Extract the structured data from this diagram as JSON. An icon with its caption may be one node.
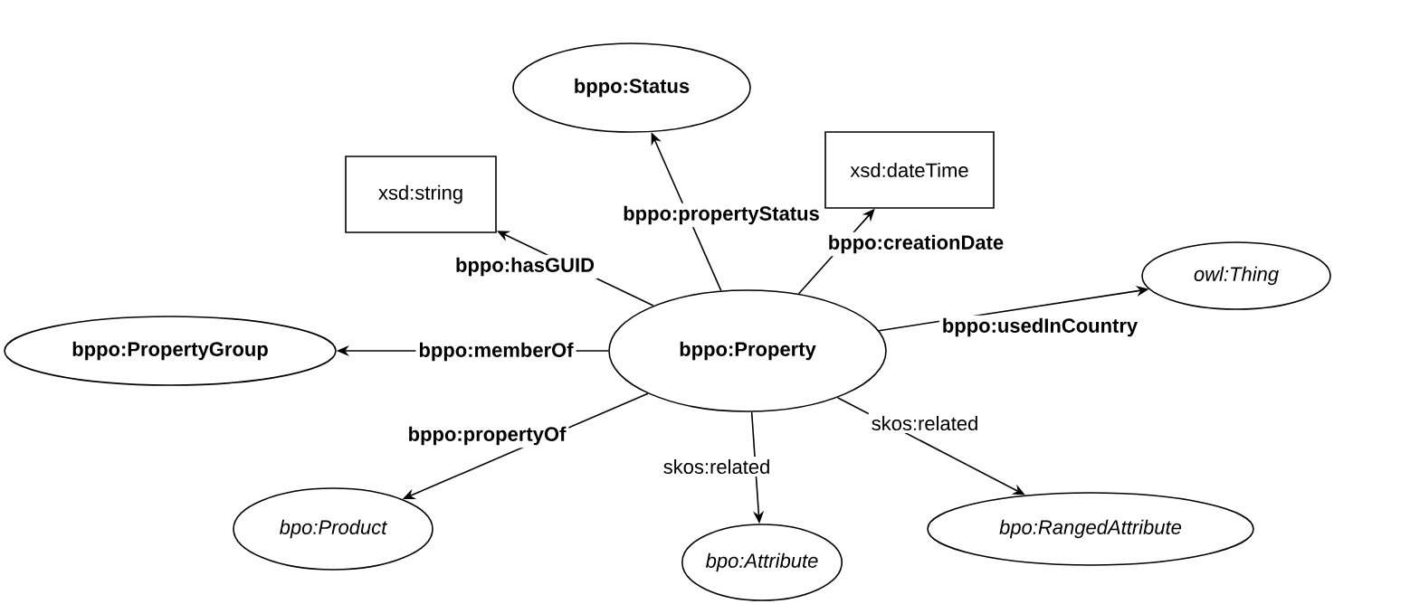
{
  "diagram": {
    "nodes": [
      {
        "text": [
          "bppo:Status"
        ]
      },
      {
        "text": [
          "xsd:dateTime"
        ]
      },
      {
        "text": [
          "xsd:string"
        ]
      },
      {
        "text": [
          "owl:Thing"
        ]
      },
      {
        "text": [
          "bppo:PropertyGroup"
        ]
      },
      {
        "text": [
          "bppo:Property"
        ]
      },
      {
        "text": [
          "bpo:Product"
        ]
      },
      {
        "text": [
          "bpo:RangedAttribute"
        ]
      },
      {
        "text": [
          "bpo:Attribute"
        ]
      }
    ],
    "edges": [
      {
        "from": 5,
        "to": 0,
        "arrow": "to",
        "label": "bppo:propertyStatus"
      },
      {
        "from": 5,
        "to": 1,
        "arrow": "to",
        "label": "bppo:creationDate"
      },
      {
        "from": 5,
        "to": 2,
        "arrow": "to",
        "label": "bppo:hasGUID"
      },
      {
        "from": 5,
        "to": 3,
        "arrow": "to",
        "label": "bppo:usedInCountry"
      },
      {
        "from": 5,
        "to": 4,
        "arrow": "to",
        "label": "bppo:memberOf"
      },
      {
        "from": 5,
        "to": 6,
        "arrow": "to",
        "label": "bppo:propertyOf"
      },
      {
        "from": 5,
        "to": 8,
        "arrow": "to",
        "label": "skos:related"
      },
      {
        "from": 5,
        "to": 7,
        "arrow": "to",
        "label": "skos:related"
      }
    ]
  }
}
